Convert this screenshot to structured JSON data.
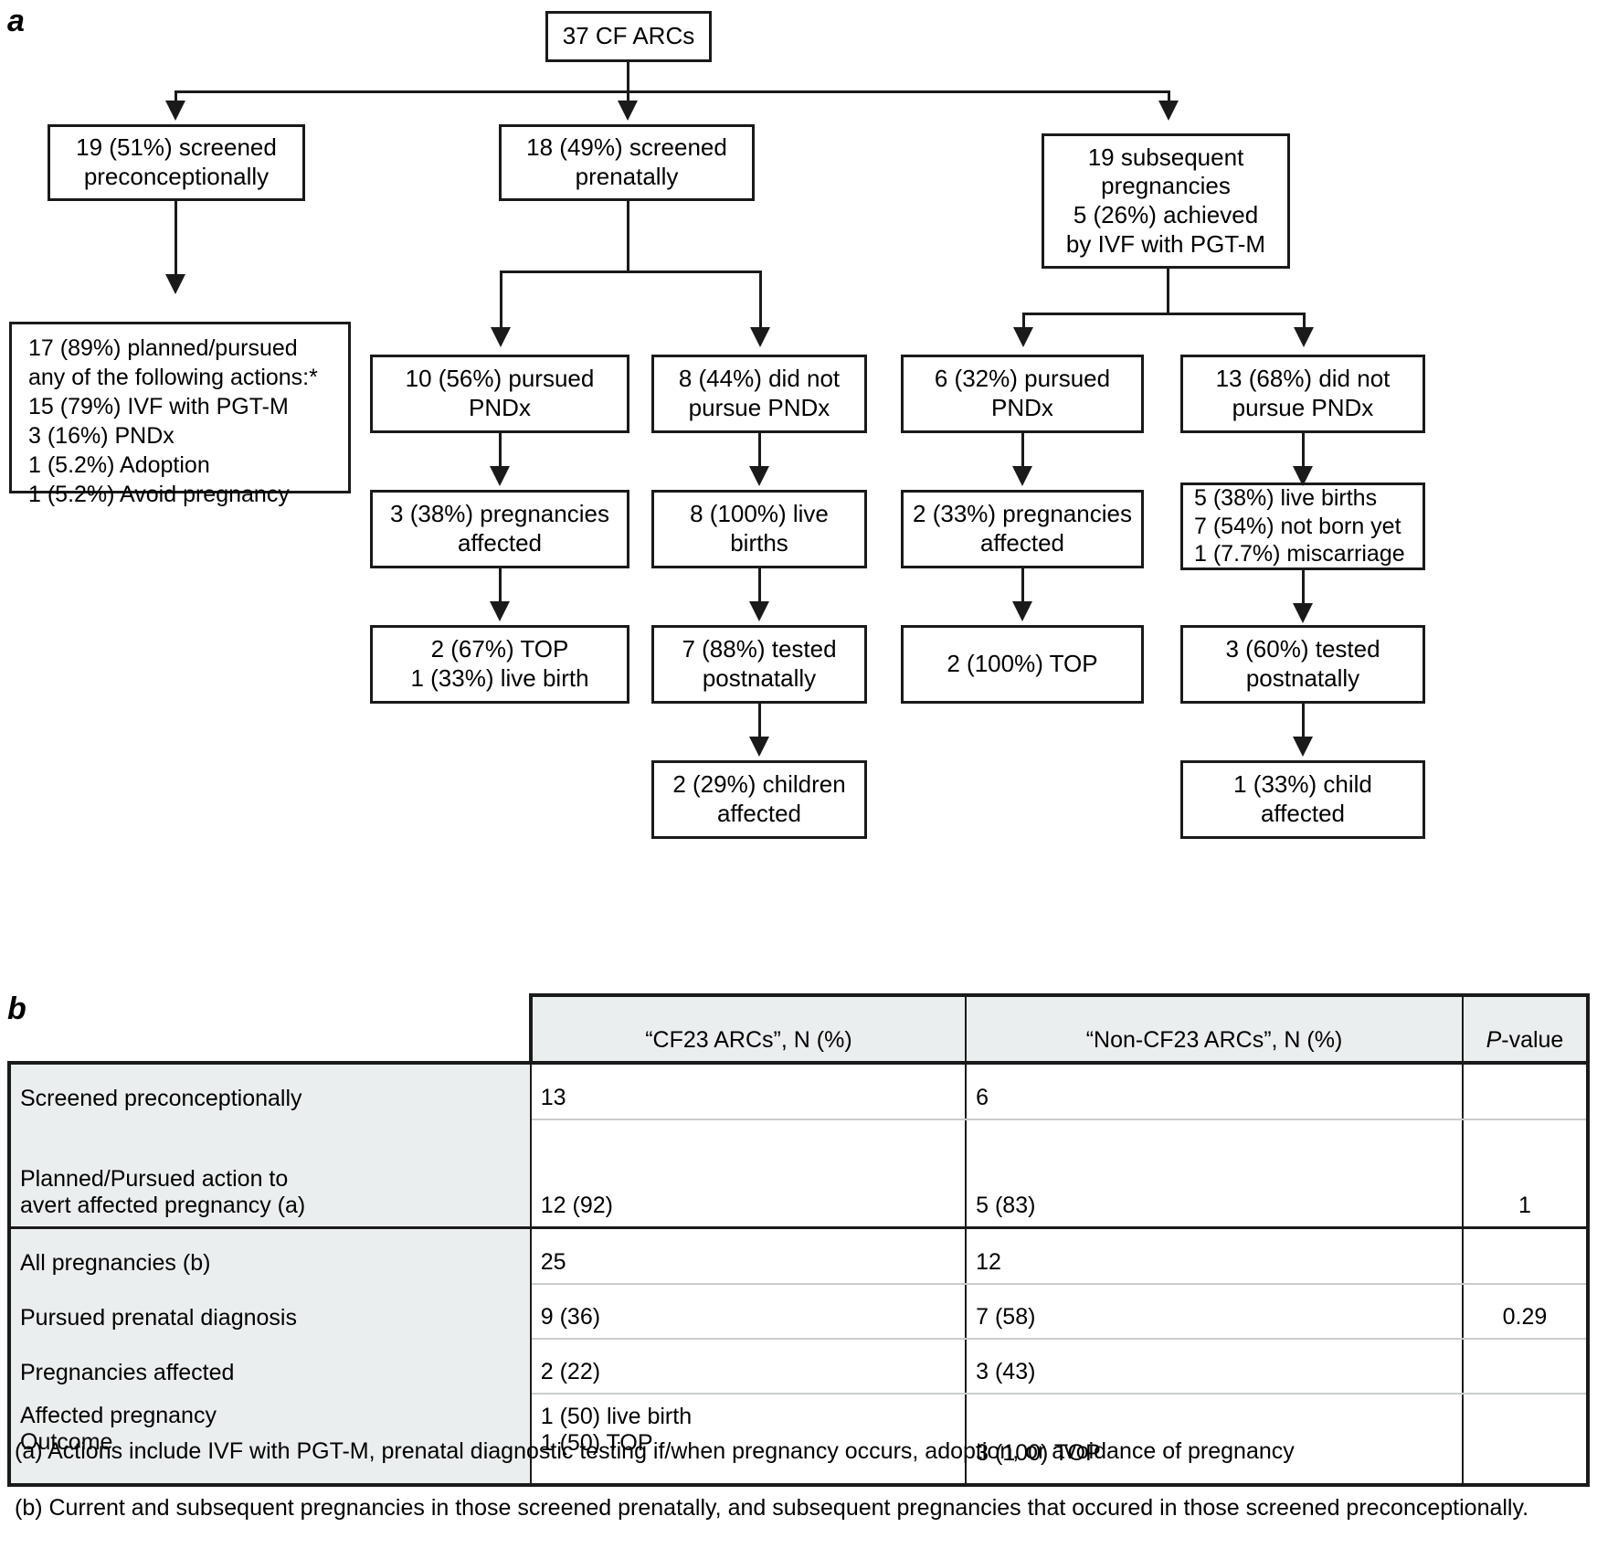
{
  "panels": {
    "a_letter": "a",
    "b_letter": "b"
  },
  "flowchart": {
    "nodes": {
      "root": "37 CF ARCs",
      "preconception": "19 (51%) screened\npreconceptionally",
      "prenatal": "18 (49%) screened\nprenatally",
      "subsequent": "19 subsequent\npregnancies\n5 (26%) achieved\nby IVF with PGT-M",
      "actions": "17 (89%) planned/pursued\nany of the following actions:*\n 15 (79%) IVF with PGT-M\n 3 (16%) PNDx\n 1 (5.2%) Adoption\n 1 (5.2%) Avoid pregnancy",
      "pre_pursued": "10 (56%) pursued\nPNDx",
      "pre_notpursued": "8 (44%) did not\npursue PNDx",
      "sub_pursued": "6 (32%) pursued\nPNDx",
      "sub_notpursued": "13 (68%) did not\npursue PNDx",
      "pre_affected": "3 (38%) pregnancies\naffected",
      "pre_livebirths": "8 (100%) live\nbirths",
      "sub_affected": "2 (33%) pregnancies\naffected",
      "sub_outcomes": "5 (38%) live births\n7 (54%) not born yet\n1 (7.7%) miscarriage",
      "pre_top": "2 (67%) TOP\n1 (33%) live birth",
      "pre_tested": "7 (88%) tested\npostnatally",
      "sub_top": "2 (100%) TOP",
      "sub_tested": "3 (60%) tested\npostnatally",
      "pre_children_affected": "2 (29%) children\naffected",
      "sub_child_affected": "1 (33%) child\naffected"
    }
  },
  "table": {
    "headers": [
      "",
      "“CF23 ARCs”, N (%)",
      "“Non-CF23 ARCs”, N (%)",
      "P-value"
    ],
    "p_header_italic": "P",
    "p_header_rest": "-value",
    "rows": [
      {
        "label": "Screened preconceptionally",
        "cf23": "13",
        "non_cf23": "6",
        "pvalue": "",
        "indent": 0
      },
      {
        "label": "Planned/Pursued action to\navert affected pregnancy (a)",
        "cf23": "12 (92)",
        "non_cf23": "5 (83)",
        "pvalue": "1",
        "indent": 0
      },
      {
        "label": "All pregnancies (b)",
        "cf23": "25",
        "non_cf23": "12",
        "pvalue": "",
        "indent": 0
      },
      {
        "label": "Pursued prenatal diagnosis",
        "cf23": "9 (36)",
        "non_cf23": "7 (58)",
        "pvalue": "0.29",
        "indent": 1
      },
      {
        "label": "Pregnancies affected",
        "cf23": "2 (22)",
        "non_cf23": "3 (43)",
        "pvalue": "",
        "indent": 2
      },
      {
        "label": "Affected pregnancy\nOutcome",
        "cf23": "1 (50) live birth\n1 (50) TOP",
        "non_cf23": "3 (100) TOP",
        "pvalue": "",
        "indent": 0
      }
    ]
  },
  "footnotes": {
    "a": "(a) Actions include IVF with PGT-M, prenatal diagnostic testing if/when pregnancy occurs, adoption, or avoidance of pregnancy",
    "b": "(b) Current and subsequent pregnancies in those screened prenatally, and subsequent pregnancies that occured in those screened preconceptionally."
  },
  "colors": {
    "line": "#1a1a1a",
    "header_fill": "#ebeeee",
    "rule_light": "#c9cccc"
  }
}
